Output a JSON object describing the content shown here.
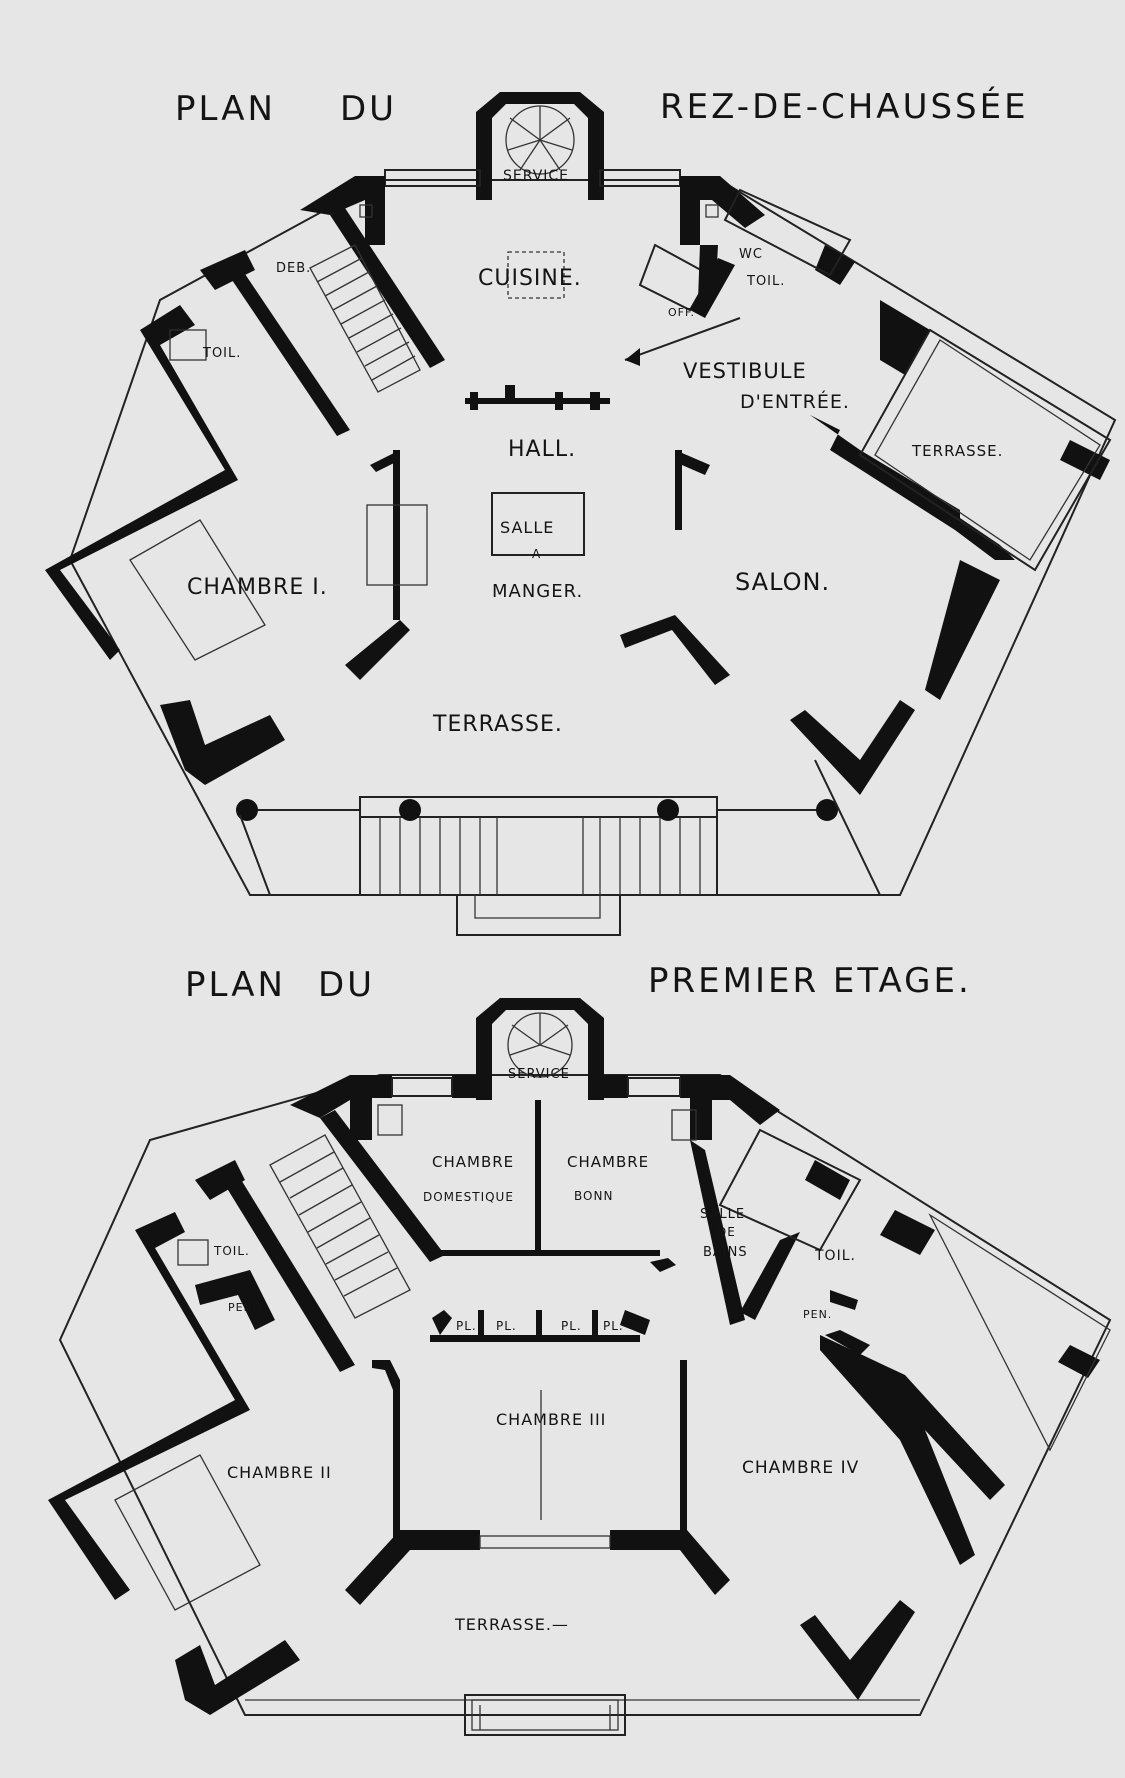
{
  "titles": {
    "ground_plan": "PLAN",
    "ground_du": "DU",
    "ground_level": "REZ-DE-CHAUSSÉE",
    "first_plan": "PLAN",
    "first_du": "DU",
    "first_level": "PREMIER ETAGE."
  },
  "ground_floor": {
    "service": "SERVICE",
    "cuisine": "CUISINE.",
    "deb": "DEB.",
    "toil": "TOIL.",
    "wc": "WC",
    "wc_toil": "TOIL.",
    "off": "OFF.",
    "vestibule_1": "VESTIBULE",
    "vestibule_2": "D'ENTRÉE.",
    "hall": "HALL.",
    "salle_1": "SALLE",
    "salle_2": "A",
    "salle_3": "MANGER.",
    "chambre_1": "CHAMBRE I.",
    "salon": "SALON.",
    "terrasse_side": "TERRASSE.",
    "terrasse": "TERRASSE."
  },
  "first_floor": {
    "service": "SERVICE",
    "chambre_domestique_1": "CHAMBRE",
    "chambre_domestique_2": "DOMESTIQUE",
    "chambre_bonne_1": "CHAMBRE",
    "chambre_bonne_2": "BONN",
    "salle_de_bains_1": "SALLE",
    "salle_de_bains_2": "DE",
    "salle_de_bains_3": "BAINS",
    "toil_left": "TOIL.",
    "pend": "PEND.",
    "toil_right": "TOIL.",
    "pen": "PEN.",
    "pl": "PL.",
    "chambre_3": "CHAMBRE III",
    "chambre_2": "CHAMBRE II",
    "chambre_4": "CHAMBRE IV",
    "terrasse": "TERRASSE.—"
  }
}
